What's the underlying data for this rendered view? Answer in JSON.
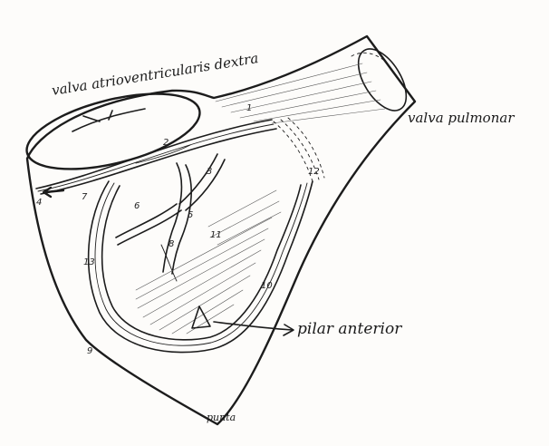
{
  "labels": {
    "tricuspid_valve": "valva atrioventricularis dextra",
    "pulmonary_valve": "valva pulmonar",
    "anterior_pillar": "pilar anterior",
    "apex": "punta"
  },
  "numbers": {
    "n1": "1",
    "n2": "2",
    "n3": "3",
    "n4": "4",
    "n5": "5",
    "n6": "6",
    "n7": "7",
    "n8": "8",
    "n9": "9",
    "n10": "10",
    "n11": "11",
    "n12": "12",
    "n13": "13"
  }
}
